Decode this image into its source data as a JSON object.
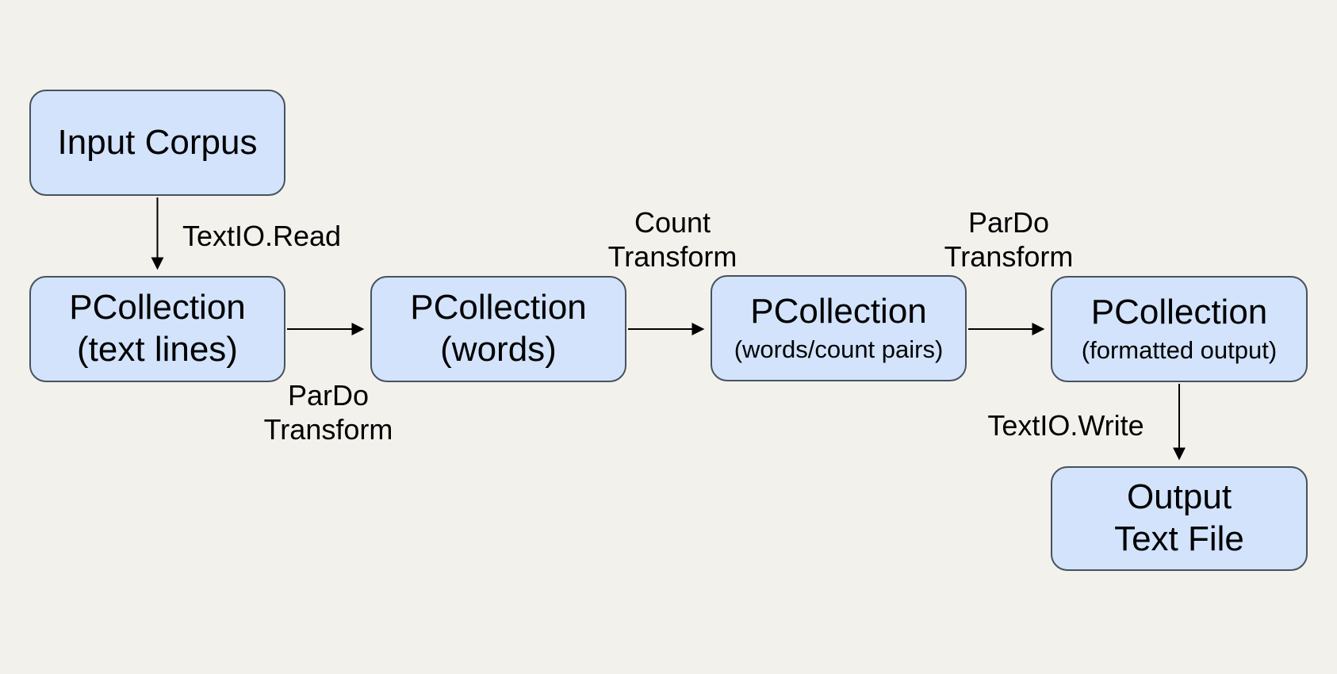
{
  "nodes": {
    "input_corpus": {
      "label": "Input Corpus"
    },
    "text_lines": {
      "title": "PCollection",
      "subtitle": "(text lines)"
    },
    "words": {
      "title": "PCollection",
      "subtitle": "(words)"
    },
    "pairs": {
      "title": "PCollection",
      "subtitle": "(words/count pairs)"
    },
    "formatted": {
      "title": "PCollection",
      "subtitle": "(formatted output)"
    },
    "output_file": {
      "line1": "Output",
      "line2": "Text File"
    }
  },
  "edges": {
    "read": {
      "label": "TextIO.Read"
    },
    "pardo1": {
      "line1": "ParDo",
      "line2": "Transform"
    },
    "count": {
      "line1": "Count",
      "line2": "Transform"
    },
    "pardo2": {
      "line1": "ParDo",
      "line2": "Transform"
    },
    "write": {
      "label": "TextIO.Write"
    }
  },
  "colors": {
    "background": "#f2f1ec",
    "node_fill": "#d2e3fb",
    "node_border": "#47525d",
    "text": "#000000",
    "arrow": "#000000"
  }
}
